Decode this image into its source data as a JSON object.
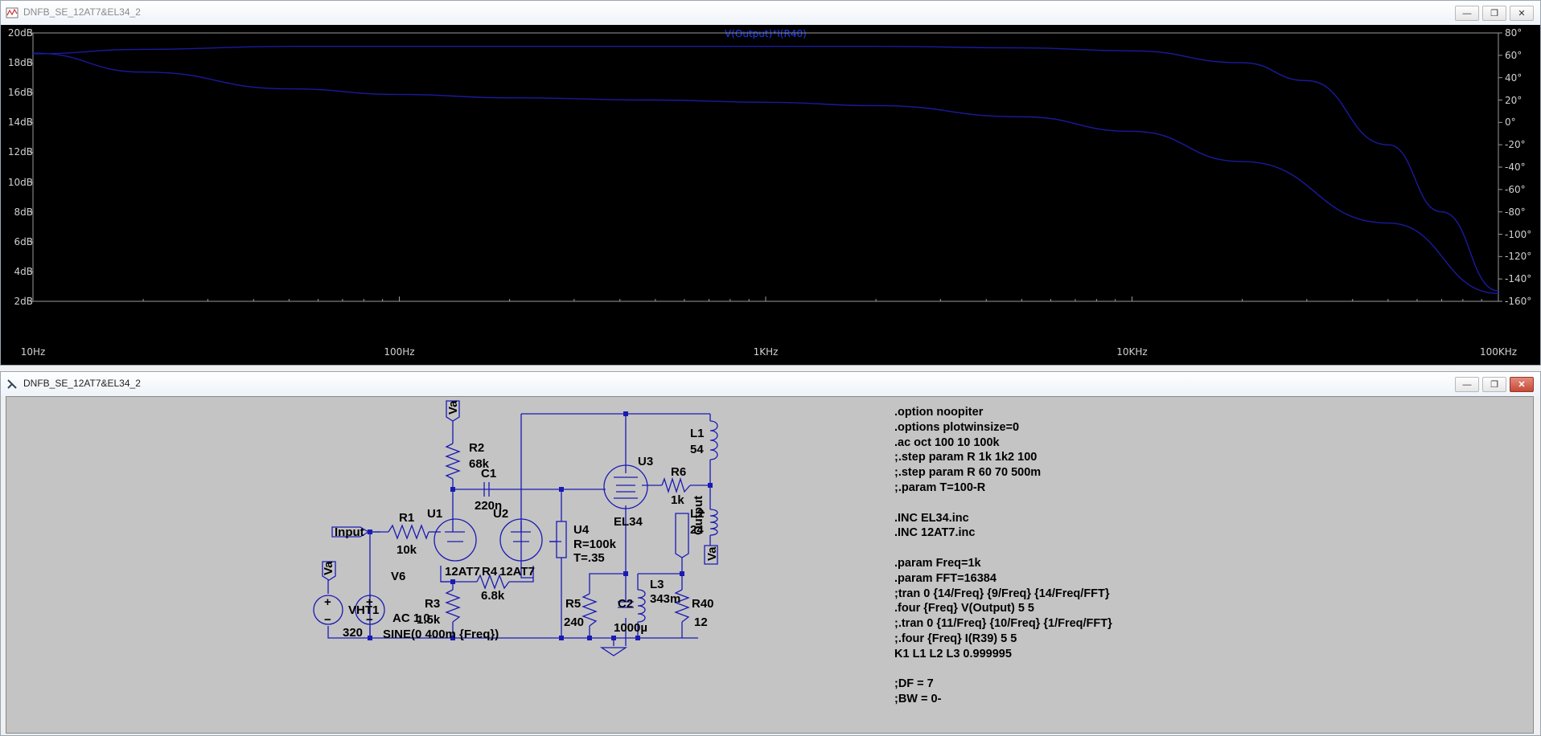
{
  "plot_window": {
    "title": "DNFB_SE_12AT7&EL34_2",
    "trace_label": "V(Output)*I(R40)",
    "y_left_ticks": [
      "20dB",
      "18dB",
      "16dB",
      "14dB",
      "12dB",
      "10dB",
      "8dB",
      "6dB",
      "4dB",
      "2dB"
    ],
    "y_right_ticks": [
      "80°",
      "60°",
      "40°",
      "20°",
      "0°",
      "-20°",
      "-40°",
      "-60°",
      "-80°",
      "-100°",
      "-120°",
      "-140°",
      "-160°"
    ],
    "x_ticks": [
      "10Hz",
      "100Hz",
      "1KHz",
      "10KHz",
      "100KHz"
    ],
    "colors": {
      "background": "#000000",
      "trace": "#1a1aa0",
      "label": "#1e3cff",
      "axis_text": "#d0d0d0"
    }
  },
  "chart_data": {
    "type": "line",
    "title": "V(Output)*I(R40)",
    "x_scale": "log",
    "xlim": [
      10,
      100000
    ],
    "y_left_range_db": [
      2,
      20
    ],
    "y_right_range_deg": [
      -160,
      80
    ],
    "series": [
      {
        "axis": "left",
        "x": [
          10,
          20,
          50,
          100,
          200,
          500,
          1000,
          2000,
          5000,
          10000,
          20000,
          30000,
          50000,
          70000,
          100000
        ],
        "values": [
          18.6,
          18.9,
          19.1,
          19.1,
          19.1,
          19.1,
          19.1,
          19.1,
          19.0,
          18.8,
          18.0,
          16.8,
          12.5,
          8.0,
          2.7
        ]
      },
      {
        "axis": "right",
        "x": [
          10,
          20,
          50,
          100,
          200,
          500,
          1000,
          2000,
          5000,
          10000,
          20000,
          50000,
          100000
        ],
        "values": [
          62,
          45,
          30,
          25,
          22,
          20,
          18,
          15,
          5,
          -8,
          -35,
          -90,
          -153
        ]
      }
    ]
  },
  "schematic_window": {
    "title": "DNFB_SE_12AT7&EL34_2",
    "colors": {
      "background": "#c4c4c4",
      "wire": "#1a1ab4",
      "text": "#000000"
    },
    "directives": [
      ".option noopiter",
      ".options plotwinsize=0",
      ".ac oct 100 10 100k",
      ";.step param R 1k 1k2 100",
      ";.step param R 60 70 500m",
      ";.param T=100-R",
      "",
      ".INC EL34.inc",
      ".INC 12AT7.inc",
      "",
      ".param Freq=1k",
      ".param FFT=16384",
      ";tran 0 {14/Freq} {9/Freq} {14/Freq/FFT}",
      ".four {Freq} V(Output) 5 5",
      ";.tran 0 {11/Freq} {10/Freq} {1/Freq/FFT}",
      ";.four {Freq} I(R39) 5 5",
      "K1 L1 L2 L3 0.999995",
      "",
      ";DF = 7",
      ";BW = 0-"
    ],
    "labels": {
      "va1": "Va",
      "va2": "Va",
      "va3": "Va",
      "input": "Input",
      "output": "Output",
      "r1": "R1",
      "r1v": "10k",
      "r2": "R2",
      "r2v": "68k",
      "c1": "C1",
      "c1v": "220n",
      "u1": "U1",
      "u1v": "12AT7",
      "u2": "U2",
      "u2v": "12AT7",
      "r4": "R4",
      "r4v": "6.8k",
      "r3": "R3",
      "r3v": "1.5k",
      "u4": "U4",
      "u4v": "R=100k",
      "u4t": "T=.35",
      "u3": "U3",
      "u3v": "EL34",
      "r6": "R6",
      "r6v": "1k",
      "l1": "L1",
      "l1v": "54",
      "l2": "L2",
      "l2v": "24",
      "l3": "L3",
      "l3v": "343m",
      "r5": "R5",
      "r5v": "240",
      "c2": "C2",
      "c2v": "1000µ",
      "r40": "R40",
      "r40v": "12",
      "v6": "V6",
      "v6v": "SINE(0 400m {Freq})",
      "v6ac": "AC 1 0",
      "vsrc": "320",
      "vsrc_small": "VHT1"
    }
  }
}
